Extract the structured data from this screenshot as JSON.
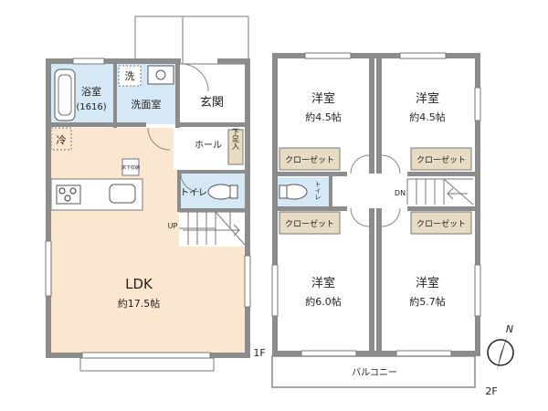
{
  "floor1": {
    "label": "1F",
    "bath": "浴室",
    "bath_size": "(1616)",
    "washing_machine": "洗",
    "washroom": "洗面室",
    "entrance": "玄関",
    "hall": "ホール",
    "shoe_storage": "下足入",
    "fridge": "冷",
    "underfloor_storage": "床下収納",
    "toilet": "トイレ",
    "up": "UP",
    "ldk": "LDK",
    "ldk_size": "約17.5帖"
  },
  "floor2": {
    "label": "2F",
    "room_nw": "洋室",
    "room_nw_size": "約4.5帖",
    "room_ne": "洋室",
    "room_ne_size": "約4.5帖",
    "room_sw": "洋室",
    "room_sw_size": "約6.0帖",
    "room_se": "洋室",
    "room_se_size": "約5.7帖",
    "closet": "クローゼット",
    "toilet": "トイレ",
    "down": "DN",
    "balcony": "バルコニー"
  },
  "compass": {
    "north": "N"
  },
  "colors": {
    "wall": "#8c8c8c",
    "ldk_floor": "#fbe6d0",
    "wet_floor": "#d5e8f5",
    "hall_floor": "#ffffff",
    "closet": "#e7dcc3",
    "stair_floor": "#ffffff"
  }
}
